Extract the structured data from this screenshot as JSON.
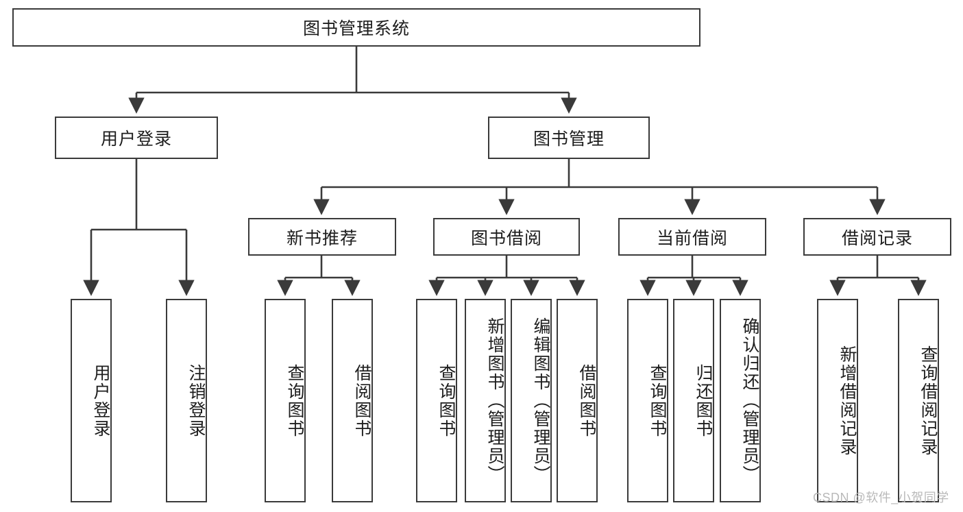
{
  "diagram": {
    "type": "tree-hierarchy-chart",
    "title": "图书管理系统",
    "style": {
      "box_border_color": "#3a3a3a",
      "box_fill_color": "#ffffff",
      "line_color": "#3a3a3a",
      "text_color": "#1d1d1d",
      "watermark_color": "#b9b9b9"
    },
    "root": {
      "label": "图书管理系统"
    },
    "level1": [
      {
        "label": "用户登录"
      },
      {
        "label": "图书管理"
      }
    ],
    "level2": [
      {
        "label": "新书推荐"
      },
      {
        "label": "图书借阅"
      },
      {
        "label": "当前借阅"
      },
      {
        "label": "借阅记录"
      }
    ],
    "leaves": {
      "user_login": [
        {
          "label": "用户登录"
        },
        {
          "label": "注销登录"
        }
      ],
      "new_book_recommend": [
        {
          "label": "查询图书"
        },
        {
          "label": "借阅图书"
        }
      ],
      "book_borrow": [
        {
          "label": "查询图书"
        },
        {
          "label": "新增图书（管理员）"
        },
        {
          "label": "编辑图书（管理员）"
        },
        {
          "label": "借阅图书"
        }
      ],
      "current_borrow": [
        {
          "label": "查询图书"
        },
        {
          "label": "归还图书"
        },
        {
          "label": "确认归还（管理员）"
        }
      ],
      "borrow_record": [
        {
          "label": "新增借阅记录"
        },
        {
          "label": "查询借阅记录"
        }
      ]
    }
  },
  "watermark": {
    "text": "CSDN @软件_小贺同学"
  }
}
